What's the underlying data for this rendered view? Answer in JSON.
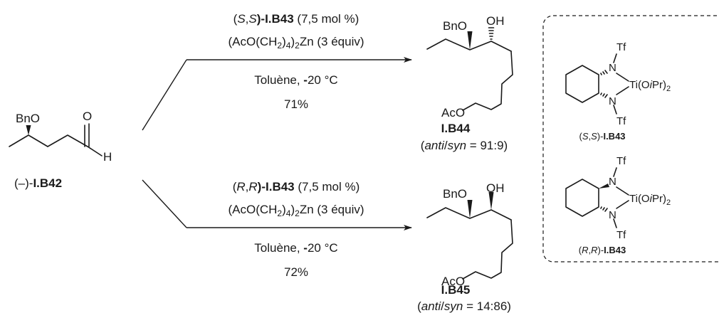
{
  "reactant": {
    "atom_o": "BnO",
    "atom_carbonyl_o": "O",
    "atom_h": "H",
    "label_prefix": "(–)-",
    "label": "I.B42"
  },
  "reaction_top": {
    "cat_stereo_prefix": "(",
    "cat_stereo_a": "S",
    "cat_stereo_sep": ",",
    "cat_stereo_b": "S",
    "cat_stereo_suffix": ")-",
    "cat_code": "I.B43",
    "cat_loading": " (7,5 mol %)",
    "reagent_main": "(AcO(CH",
    "reagent_sub": "2",
    "reagent_mid": ")",
    "reagent_sub2": "4",
    "reagent_mid2": ")",
    "reagent_sub3": "2",
    "reagent_end": "Zn (3 équiv)",
    "solvent": "Toluène, ",
    "temp_minus": "-",
    "temp": "20 °C",
    "yield": "71%"
  },
  "reaction_bottom": {
    "cat_stereo_prefix": "(",
    "cat_stereo_a": "R",
    "cat_stereo_sep": ",",
    "cat_stereo_b": "R",
    "cat_stereo_suffix": ")-",
    "cat_code": "I.B43",
    "cat_loading": " (7,5 mol %)",
    "reagent_main": "(AcO(CH",
    "reagent_sub": "2",
    "reagent_mid": ")",
    "reagent_sub2": "4",
    "reagent_mid2": ")",
    "reagent_sub3": "2",
    "reagent_end": "Zn (3 équiv)",
    "solvent": "Toluène, ",
    "temp_minus": "-",
    "temp": "20 °C",
    "yield": "72%"
  },
  "product_top": {
    "atom_obn": "BnO",
    "atom_oh": "OH",
    "atom_aco": "AcO",
    "label": "I.B44",
    "ratio_open": "(",
    "ratio_anti": "anti",
    "ratio_slash": "/",
    "ratio_syn": "syn",
    "ratio_value": " = 91:9)"
  },
  "product_bottom": {
    "atom_obn": "BnO",
    "atom_oh": "OH",
    "atom_aco": "AcO",
    "label": "I.B45",
    "ratio_open": "(",
    "ratio_anti": "anti",
    "ratio_slash": "/",
    "ratio_syn": "syn",
    "ratio_value": " = 14:86)"
  },
  "catalyst_ss": {
    "tf_top": "Tf",
    "tf_bottom": "Tf",
    "n_top": "N",
    "n_bottom": "N",
    "ti_main": "Ti(O",
    "ti_ipr": "i",
    "ti_pr": "Pr)",
    "ti_sub": "2",
    "label_prefix": "(",
    "label_a": "S",
    "label_sep": ",",
    "label_b": "S",
    "label_suffix": ")-",
    "label_code": "I.B43"
  },
  "catalyst_rr": {
    "tf_top": "Tf",
    "tf_bottom": "Tf",
    "n_top": "N",
    "n_bottom": "N",
    "ti_main": "Ti(O",
    "ti_ipr": "i",
    "ti_pr": "Pr)",
    "ti_sub": "2",
    "label_prefix": "(",
    "label_a": "R",
    "label_sep": ",",
    "label_b": "R",
    "label_suffix": ")-",
    "label_code": "I.B43"
  }
}
